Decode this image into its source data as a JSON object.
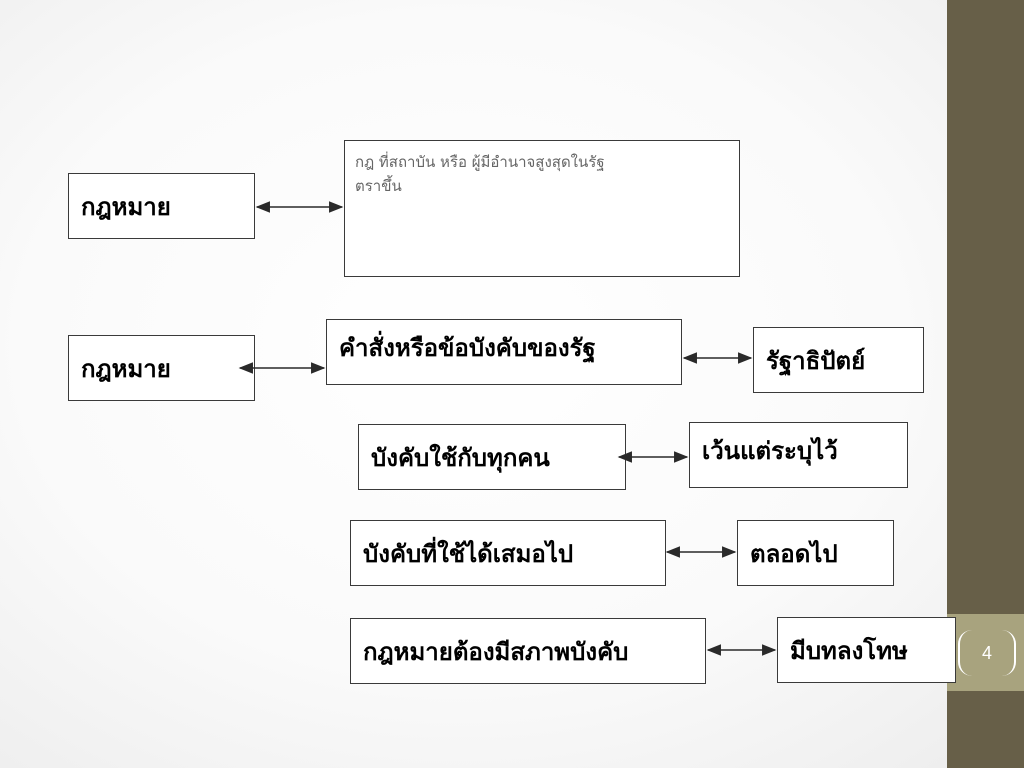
{
  "diagram": {
    "rows": [
      {
        "left": "กฎหมาย",
        "note_lines": [
          "กฎ ที่สถาบัน หรือ ผู้มีอำนาจสูงสุดในรัฐ",
          "ตราขึ้น"
        ]
      },
      {
        "left": "กฎหมาย",
        "middle": "คำสั่งหรือข้อบังคับของรัฐ",
        "right": "รัฐาธิปัตย์"
      }
    ],
    "properties": [
      {
        "label": "บังคับใช้กับทุกคน",
        "result": "เว้นแต่ระบุไว้"
      },
      {
        "label": "บังคับที่ใช้ได้เสมอไป",
        "result": "ตลอดไป"
      },
      {
        "label": "กฎหมายต้องมีสภาพบังคับ",
        "result": "มีบทลงโทษ"
      }
    ]
  },
  "slide": {
    "page_number": "4",
    "colors": {
      "sidebar": "#675f48",
      "page_band": "#a8a37e",
      "arrow": "#2a2a2a"
    }
  }
}
